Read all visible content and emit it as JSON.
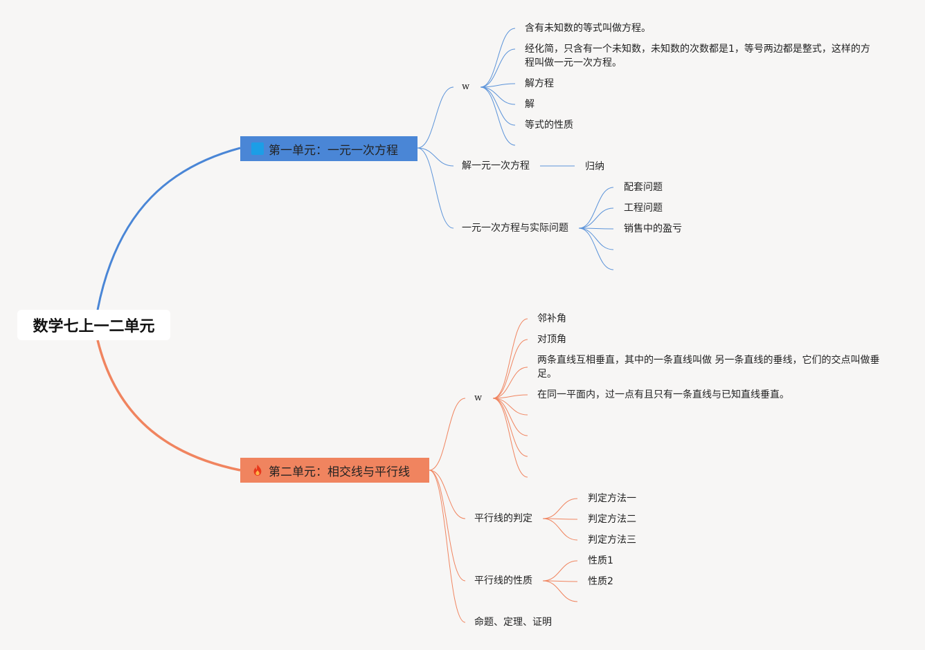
{
  "root": {
    "label": "数学七上一二单元"
  },
  "unit1": {
    "label": "第一单元：一元一次方程",
    "icon": "blue-square-icon",
    "color": "#4a86d6",
    "branches": [
      {
        "label": "w",
        "children": [
          "含有未知数的等式叫做方程。",
          "经化简，只含有一个未知数，未知数的次数都是1，等号两边都是整式，这样的方程叫做一元一次方程。",
          "解方程",
          "解",
          "等式的性质",
          ""
        ]
      },
      {
        "label": "解一元一次方程",
        "children": [
          "归纳"
        ]
      },
      {
        "label": "一元一次方程与实际问题",
        "children": [
          "配套问题",
          "工程问题",
          "销售中的盈亏",
          "",
          ""
        ]
      }
    ]
  },
  "unit2": {
    "label": "第二单元：相交线与平行线",
    "icon": "fire-icon",
    "color": "#f0845f",
    "branches": [
      {
        "label": "w",
        "children": [
          "邻补角",
          "对顶角",
          "两条直线互相垂直，其中的一条直线叫做 另一条直线的垂线，它们的交点叫做垂足。",
          "在同一平面内，过一点有且只有一条直线与已知直线垂直。",
          "",
          "",
          "",
          ""
        ]
      },
      {
        "label": "平行线的判定",
        "children": [
          "判定方法一",
          "判定方法二",
          "判定方法三"
        ]
      },
      {
        "label": "平行线的性质",
        "children": [
          "性质1",
          "性质2",
          ""
        ]
      },
      {
        "label": "命题、定理、证明",
        "children": []
      }
    ]
  }
}
